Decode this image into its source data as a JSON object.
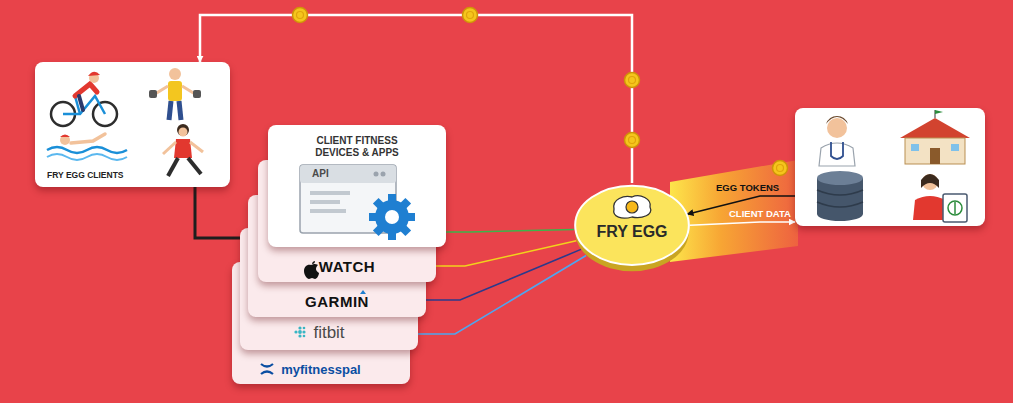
{
  "diagram": {
    "nodes": [
      {
        "text": [
          "FRY EGG CLIENTS"
        ]
      },
      {
        "text": [
          "CLIENT FITNESS DEVICES & APPS",
          "API"
        ]
      },
      {
        "text": [
          "WATCH"
        ]
      },
      {
        "text": [
          "GARMIN"
        ]
      },
      {
        "text": [
          "fitbit"
        ]
      },
      {
        "text": [
          "myfitnesspal"
        ]
      },
      {
        "text": [
          "FRY EGG"
        ]
      },
      {
        "text": []
      }
    ],
    "edges": [
      {
        "from": 6,
        "to": 0,
        "arrow": "to"
      },
      {
        "from": 0,
        "to": 1,
        "arrow": "none"
      },
      {
        "from": 1,
        "to": 6,
        "arrow": "none"
      },
      {
        "from": 2,
        "to": 6,
        "arrow": "none"
      },
      {
        "from": 3,
        "to": 6,
        "arrow": "none"
      },
      {
        "from": 4,
        "to": 6,
        "arrow": "none"
      },
      {
        "from": 7,
        "to": 6,
        "label": "EGG TOKENS",
        "arrow": "to"
      },
      {
        "from": 6,
        "to": 7,
        "label": "CLIENT DATA",
        "arrow": "to"
      }
    ]
  }
}
